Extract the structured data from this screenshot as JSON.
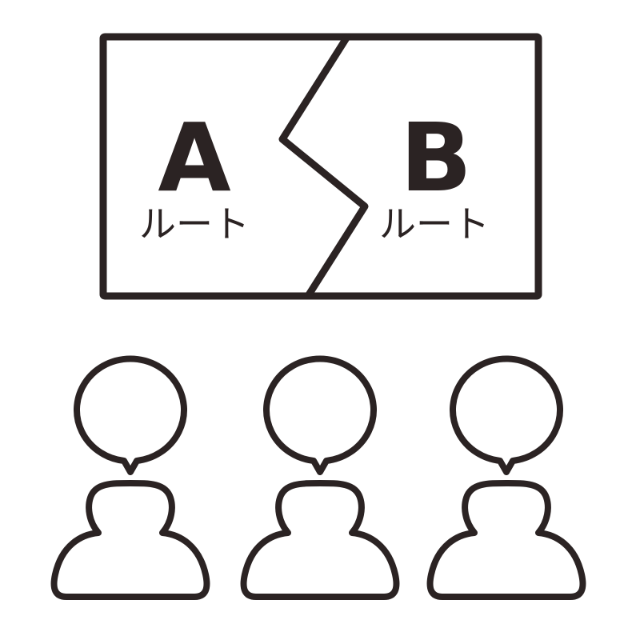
{
  "illustration": {
    "stroke_color": "#2b2323",
    "background_color": "#ffffff",
    "board": {
      "left_option": {
        "letter": "A",
        "label": "ルート"
      },
      "right_option": {
        "letter": "B",
        "label": "ルート"
      }
    },
    "audience": [
      {
        "icon": "person-icon",
        "bubble": "speech-bubble-icon",
        "bubble_text": ""
      },
      {
        "icon": "person-icon",
        "bubble": "speech-bubble-icon",
        "bubble_text": ""
      },
      {
        "icon": "person-icon",
        "bubble": "speech-bubble-icon",
        "bubble_text": ""
      }
    ]
  }
}
